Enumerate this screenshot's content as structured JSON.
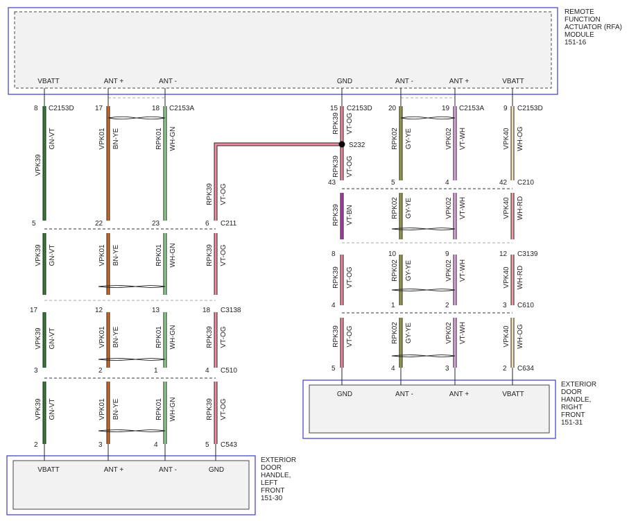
{
  "colors": {
    "GN-VT": "#2e7d32",
    "BN-YE": "#d2691e",
    "WH-GN": "#8fd18f",
    "VT-OG": "#f08ca0",
    "VT-BN": "#b03aa8",
    "GY-YE": "#9aa04a",
    "VT-WH": "#e2a8e6",
    "WH-OG": "#f3e2b0",
    "WH-RD": "#f3a0a0",
    "box": "#3a3acc"
  },
  "components": {
    "rfa": {
      "lines": [
        "REMOTE",
        "FUNCTION",
        "ACTUATOR (RFA)",
        "MODULE",
        "151-16"
      ]
    },
    "left_handle": {
      "lines": [
        "EXTERIOR",
        "DOOR",
        "HANDLE,",
        "LEFT",
        "FRONT",
        "151-30"
      ]
    },
    "right_handle": {
      "lines": [
        "EXTERIOR",
        "DOOR",
        "HANDLE,",
        "RIGHT",
        "FRONT",
        "151-31"
      ]
    }
  },
  "rfa_pins": [
    "VBATT",
    "ANT +",
    "ANT -",
    "GND",
    "ANT -",
    "ANT +",
    "VBATT"
  ],
  "left_handle_pins": [
    "VBATT",
    "ANT +",
    "ANT -",
    "GND"
  ],
  "right_handle_pins": [
    "GND",
    "ANT -",
    "ANT +",
    "VBATT"
  ],
  "splice": "S232",
  "left_connectors": [
    {
      "id": "C2153D",
      "pins": [
        "8"
      ]
    },
    {
      "id": "C2153A",
      "pins": [
        "17",
        "18"
      ]
    },
    {
      "id": "C211",
      "pins": [
        "5",
        "22",
        "23",
        "6"
      ]
    },
    {
      "id": "C3138",
      "pins": [
        "17",
        "12",
        "13",
        "18"
      ]
    },
    {
      "id": "C510",
      "pins": [
        "3",
        "2",
        "1",
        "4"
      ]
    },
    {
      "id": "C543",
      "pins": [
        "2",
        "3",
        "4",
        "5"
      ]
    }
  ],
  "right_connectors": [
    {
      "id": "C2153D",
      "pins": [
        "15",
        "9"
      ]
    },
    {
      "id": "C2153A",
      "pins": [
        "20",
        "19"
      ]
    },
    {
      "id": "C210",
      "pins": [
        "43",
        "5",
        "4",
        "42"
      ]
    },
    {
      "id": "C3139",
      "pins": [
        "8",
        "10",
        "9",
        "12"
      ]
    },
    {
      "id": "C610",
      "pins": [
        "4",
        "1",
        "2",
        "3"
      ]
    },
    {
      "id": "C634",
      "pins": [
        "5",
        "4",
        "3",
        "2"
      ]
    }
  ],
  "wire_labels": {
    "vpk39": "VPK39",
    "gn_vt": "GN-VT",
    "vpk01": "VPK01",
    "bn_ye": "BN-YE",
    "rpk01": "RPK01",
    "wh_gn": "WH-GN",
    "rpk39": "RPK39",
    "vt_og": "VT-OG",
    "vt_bn": "VT-BN",
    "rpk02": "RPK02",
    "gy_ye": "GY-YE",
    "vpk02": "VPK02",
    "vt_wh": "VT-WH",
    "vpk40": "VPK40",
    "wh_og": "WH-OG",
    "wh_rd": "WH-RD"
  }
}
